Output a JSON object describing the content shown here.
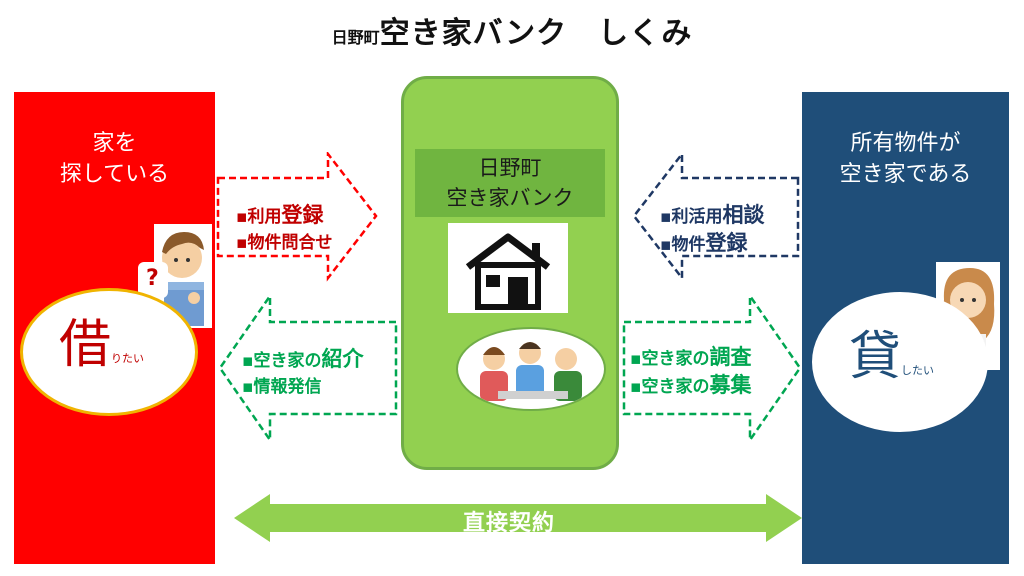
{
  "title": {
    "prefix": "日野町",
    "main": "空き家バンク　しくみ"
  },
  "left_panel": {
    "line1": "家を",
    "line2": "探している",
    "kanji": "借",
    "suffix": "りたい"
  },
  "right_panel": {
    "line1": "所有物件が",
    "line2": "空き家である",
    "kanji": "貸",
    "suffix": "したい"
  },
  "center": {
    "line1": "日野町",
    "line2": "空き家バンク"
  },
  "arrows": {
    "top_right": {
      "item1_pre": "▪利用",
      "item1_bold": "登録",
      "item2": "▪物件問合せ"
    },
    "top_left": {
      "item1_pre": "▪利活用",
      "item1_bold": "相談",
      "item2_pre": "▪物件",
      "item2_bold": "登録"
    },
    "bottom_left": {
      "item1_pre": "▪空き家の",
      "item1_bold": "紹介",
      "item2": "▪情報発信"
    },
    "bottom_right": {
      "item1_pre": "▪空き家の",
      "item1_bold": "調査",
      "item2_pre": "▪空き家の",
      "item2_bold": "募集"
    }
  },
  "contract": {
    "label": "直接契約"
  },
  "question_mark": "?",
  "colors": {
    "red": "#ff0000",
    "navy": "#1f4e79",
    "green": "#92d050",
    "dark_green": "#70ad47",
    "accent_green": "#00a651",
    "yellow": "#f0b400"
  }
}
